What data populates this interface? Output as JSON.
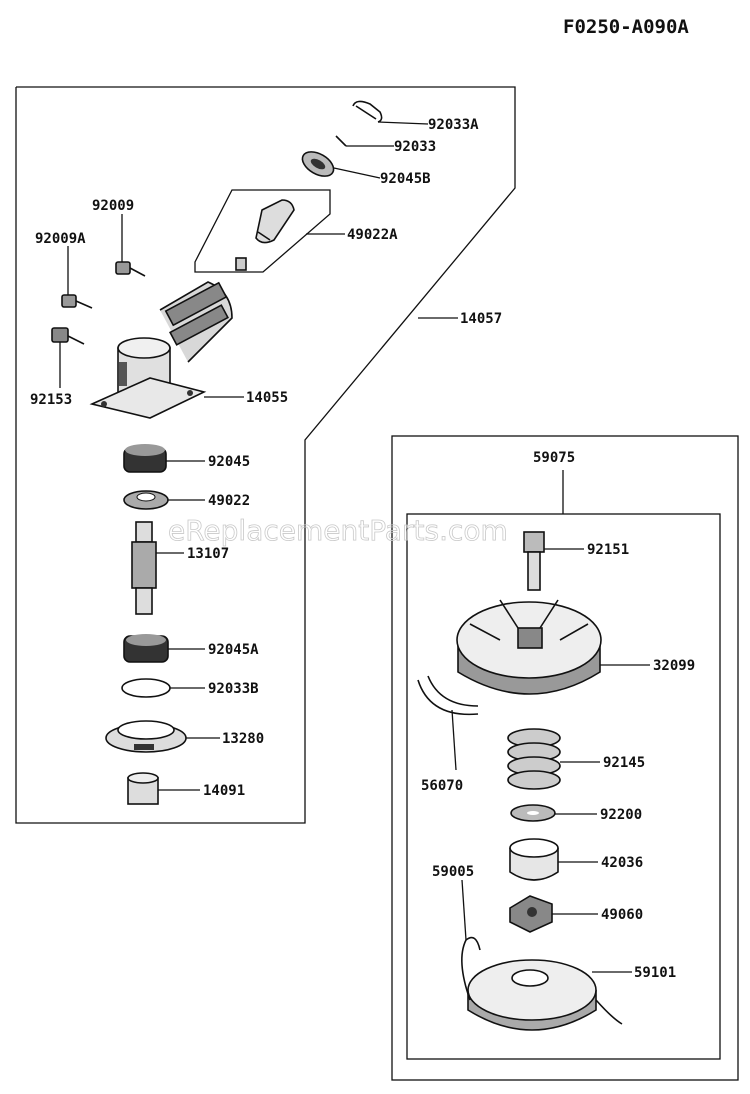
{
  "diagram_code": "F0250-A090A",
  "watermark": "eReplacementParts.com",
  "parts": {
    "p92033A": "92033A",
    "p92033": "92033",
    "p92045B": "92045B",
    "p92009": "92009",
    "p92009A": "92009A",
    "p49022A": "49022A",
    "p14057": "14057",
    "p92153": "92153",
    "p14055": "14055",
    "p92045": "92045",
    "p49022": "49022",
    "p13107": "13107",
    "p92045A": "92045A",
    "p92033B": "92033B",
    "p13280": "13280",
    "p14091": "14091",
    "p59075": "59075",
    "p92151": "92151",
    "p32099": "32099",
    "p56070": "56070",
    "p92145": "92145",
    "p92200": "92200",
    "p59005": "59005",
    "p42036": "42036",
    "p49060": "49060",
    "p59101": "59101"
  }
}
